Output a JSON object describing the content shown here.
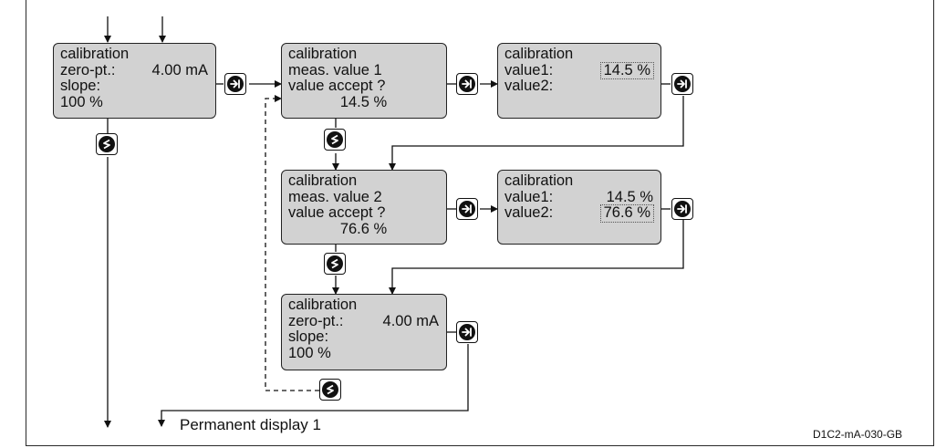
{
  "screens": {
    "s1": {
      "line1": "calibration",
      "line2_label": "zero-pt.:",
      "line2_value": "4.00 mA",
      "line3": "slope:",
      "line4": "100 %"
    },
    "s2": {
      "line1": "calibration",
      "line2": "meas. value 1",
      "line3": "value accept ?",
      "line4": "14.5 %"
    },
    "s3": {
      "line1": "calibration",
      "line2_label": "value1:",
      "line2_value": "14.5 %",
      "line3_label": "value2:"
    },
    "s4": {
      "line1": "calibration",
      "line2": "meas. value 2",
      "line3": "value accept ?",
      "line4": "76.6 %"
    },
    "s5": {
      "line1": "calibration",
      "line2_label": "value1:",
      "line2_value": "14.5 %",
      "line3_label": "value2:",
      "line3_value": "76.6 %"
    },
    "s6": {
      "line1": "calibration",
      "line2_label": "zero-pt.:",
      "line2_value": "4.00 mA",
      "line3": "slope:",
      "line4": "100 %"
    }
  },
  "keys": {
    "enter": "enter-icon",
    "toggle": "scroll-icon"
  },
  "exit_label": "Permanent display 1",
  "figure_id": "D1C2-mA-030-GB"
}
